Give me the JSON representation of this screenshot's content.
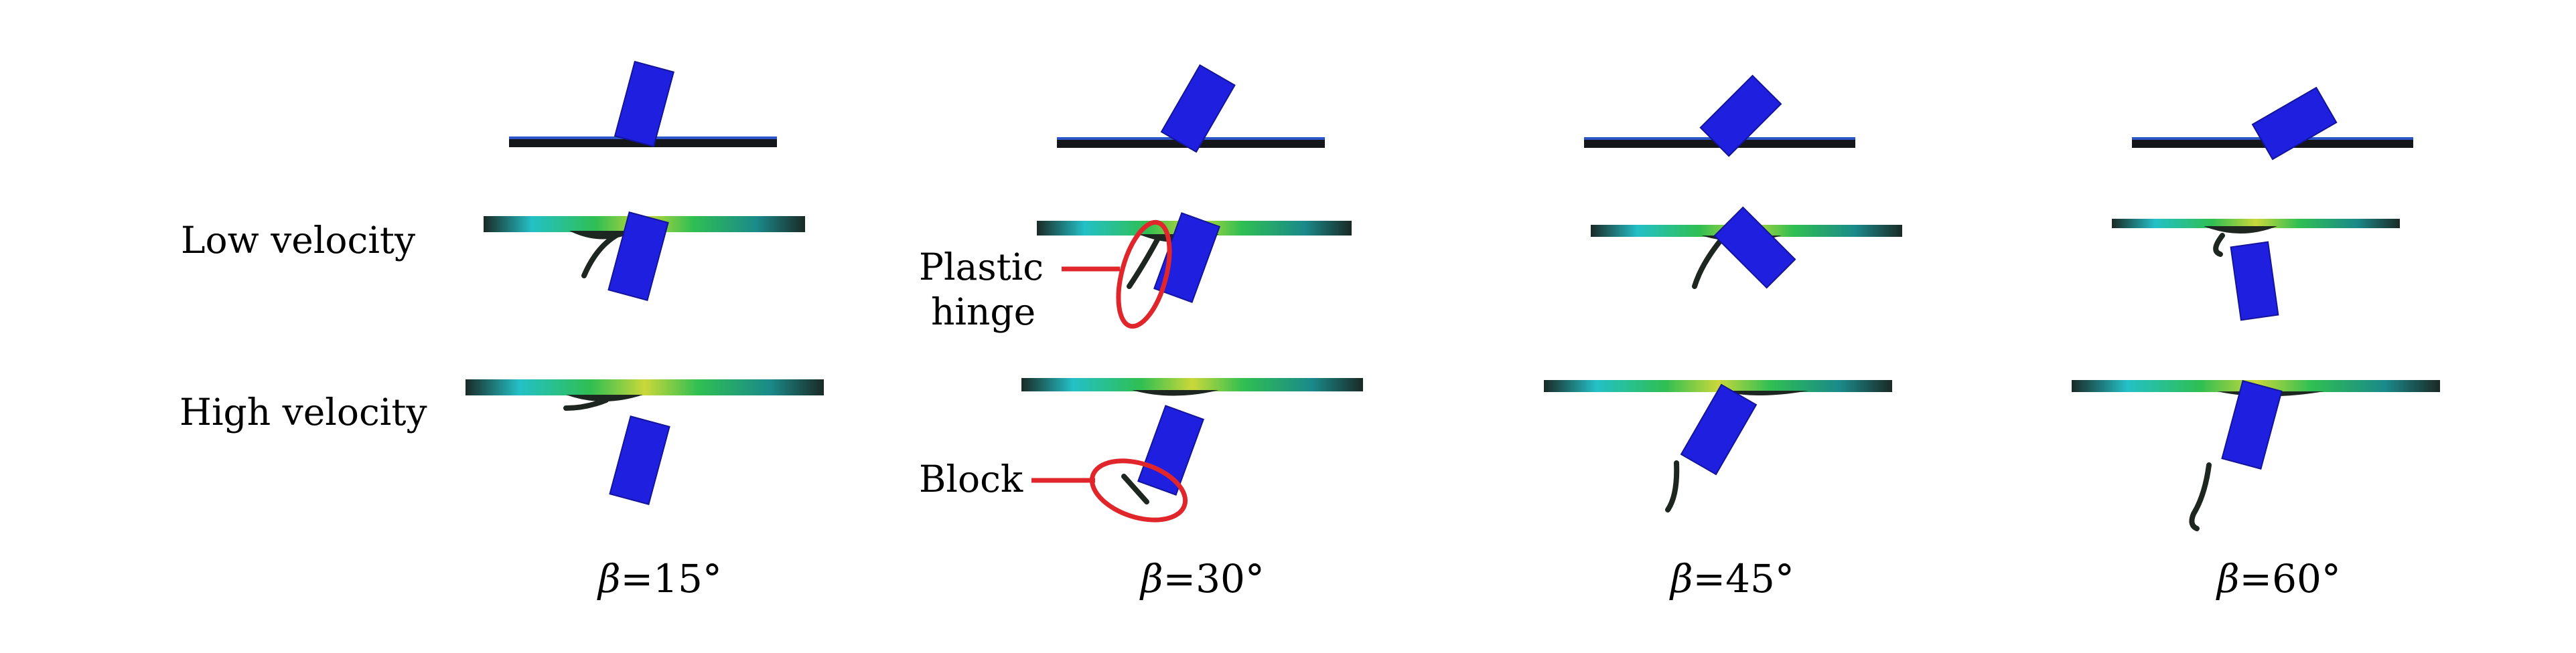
{
  "rows": {
    "low_velocity": "Low velocity",
    "high_velocity": "High velocity"
  },
  "annotations": {
    "plastic_hinge_line1": "Plastic",
    "plastic_hinge_line2": "hinge",
    "block": "Block"
  },
  "columns": [
    {
      "beta_symbol": "β",
      "beta_value": "=15°"
    },
    {
      "beta_symbol": "β",
      "beta_value": "=30°"
    },
    {
      "beta_symbol": "β",
      "beta_value": "=45°"
    },
    {
      "beta_symbol": "β",
      "beta_value": "=60°"
    }
  ],
  "colors": {
    "projectile": "#1f1fe0",
    "plate": "#14161a",
    "annotation": "#e0262b",
    "stress_green": "#2fbf52",
    "stress_cyan": "#23c0c6",
    "stress_yellow": "#c9d83a"
  }
}
